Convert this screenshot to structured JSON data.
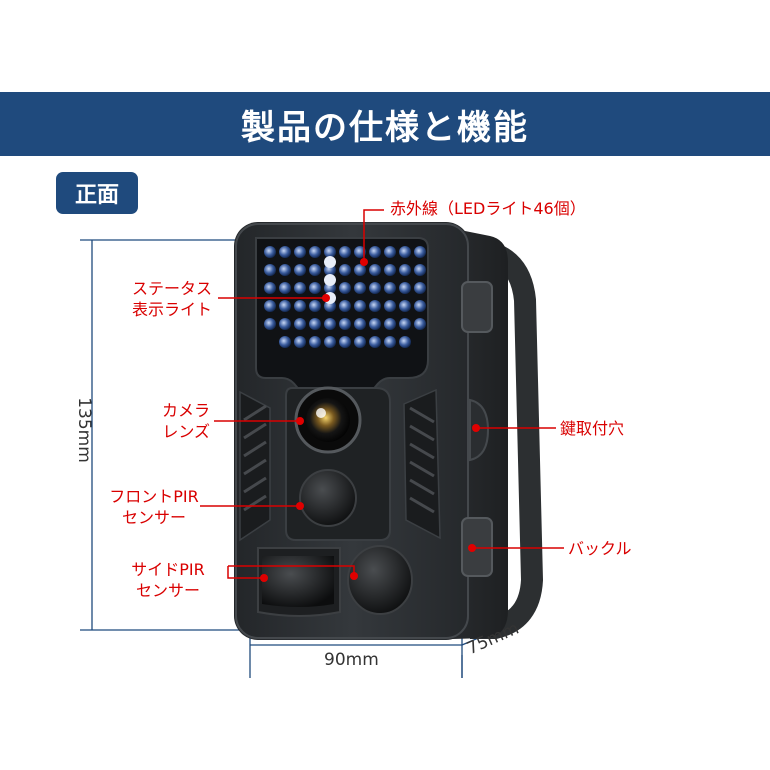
{
  "header": {
    "title": "製品の仕様と機能"
  },
  "section": {
    "badge": "正面"
  },
  "callouts": {
    "infrared": "赤外線（LEDライト46個）",
    "status_light_1": "ステータス",
    "status_light_2": "表示ライト",
    "lens_1": "カメラ",
    "lens_2": "レンズ",
    "front_pir_1": "フロントPIR",
    "front_pir_2": "センサー",
    "side_pir_1": "サイドPIR",
    "side_pir_2": "センサー",
    "lock_hole": "鍵取付穴",
    "buckle": "バックル"
  },
  "dimensions": {
    "height": "135mm",
    "width": "90mm",
    "depth": "75mm"
  },
  "colors": {
    "banner": "#1f4a7d",
    "callout": "#d90000",
    "camera_body": "#2b2e31"
  }
}
